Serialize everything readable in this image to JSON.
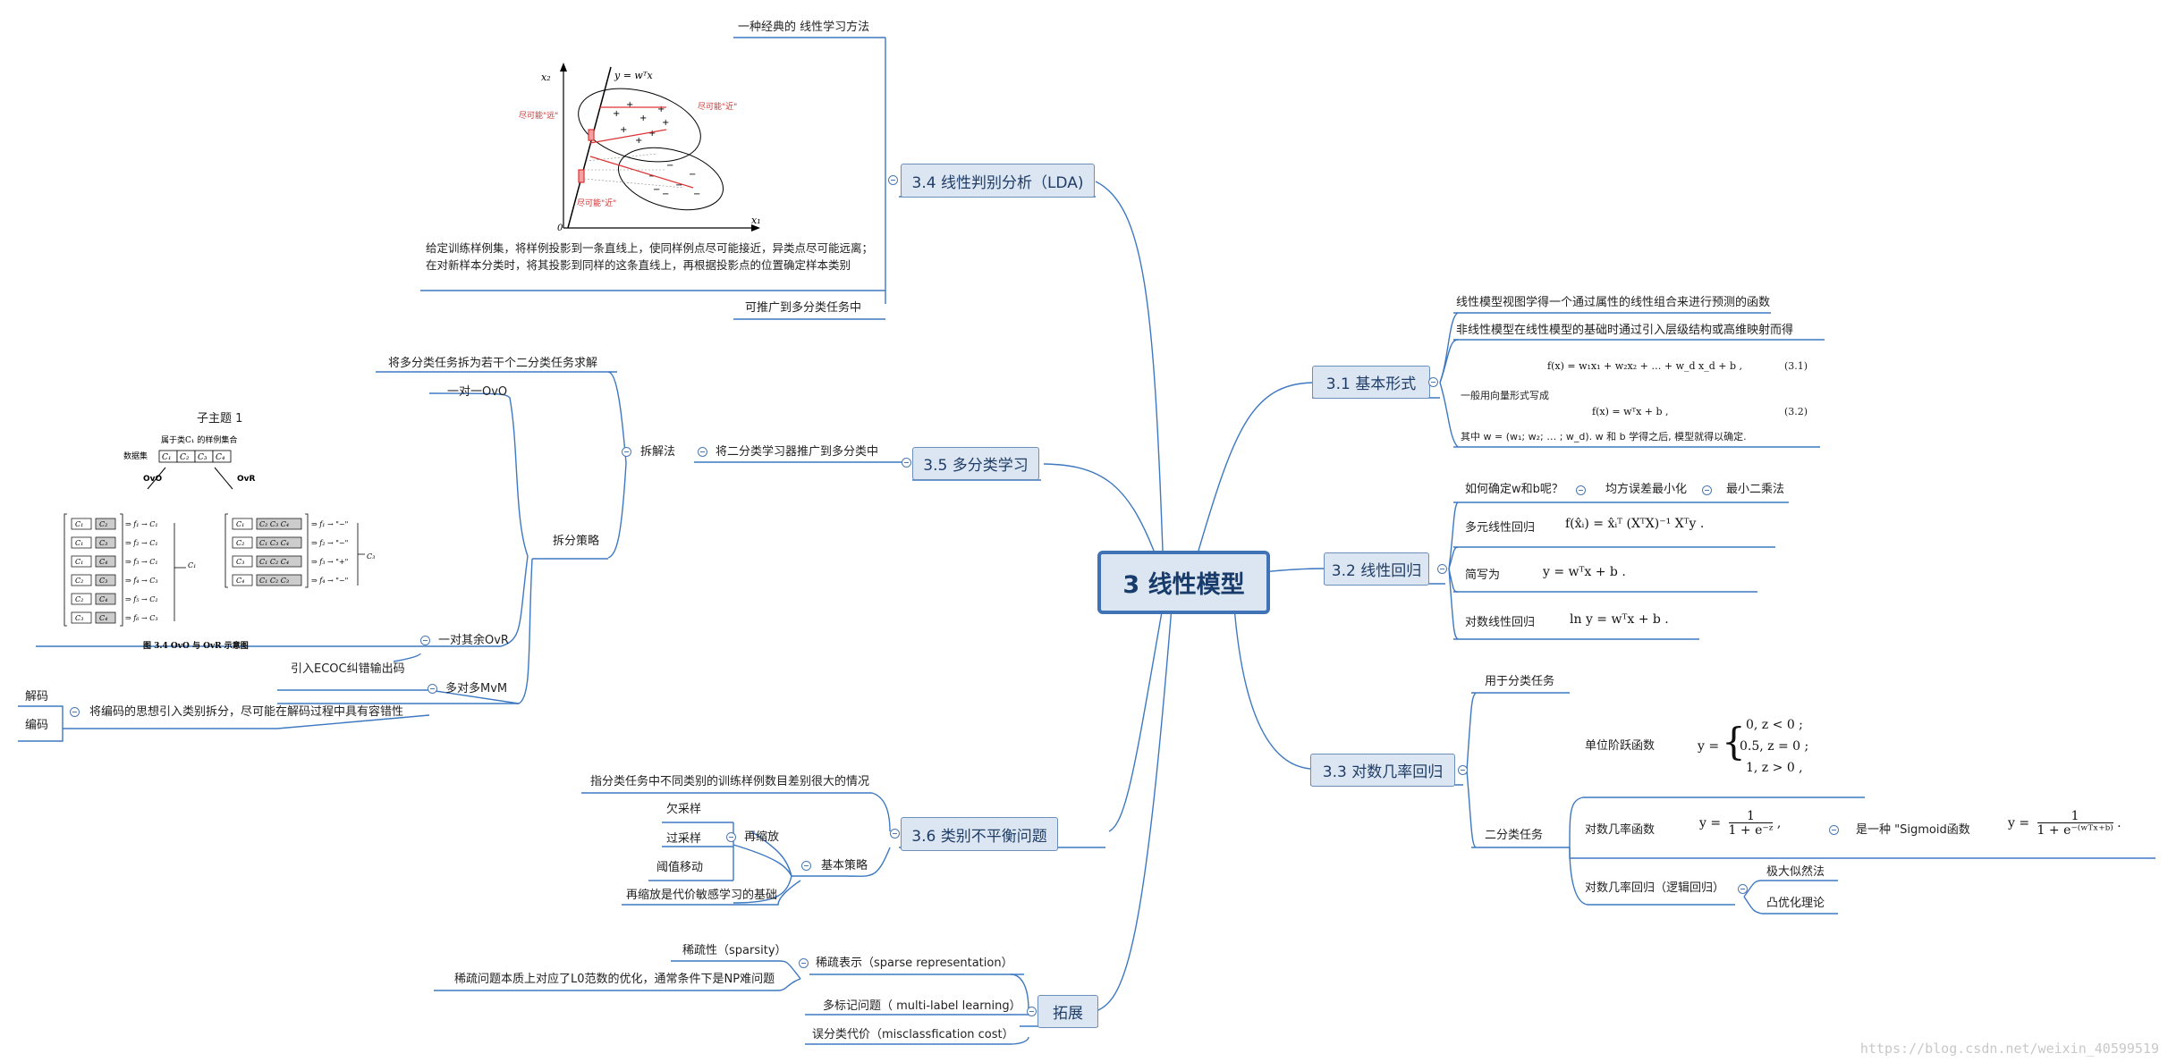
{
  "root": {
    "title": "3 线性模型"
  },
  "branches": {
    "lda": {
      "title": "3.4 线性判别分析（LDA)",
      "items": [
        "一种经典的 线性学习方法",
        "给定训练样例集，将样例投影到一条直线上，使同样例点尽可能接近，异类点尽可能远离；在对新样本分类时，将其投影到同样的这条直线上，再根据投影点的位置确定样本类别",
        "可推广到多分类任务中"
      ],
      "figure": {
        "x1": "x₁",
        "x2": "x₂",
        "origin": "0",
        "line_label": "y = wᵀx",
        "ann_left": "尽可能\"远\"",
        "ann_right": "尽可能\"近\"",
        "ann_bottom": "尽可能\"近\""
      }
    },
    "multiclass": {
      "title": "3.5 多分类学习",
      "generalize": "将二分类学习器推广到多分类中",
      "decompose": "拆解法",
      "decompose_desc": "将多分类任务拆为若干个二分类任务求解",
      "strategy": "拆分策略",
      "ovo": "一对一OvO",
      "ovr": "一对其余OvR",
      "mvm": "多对多MvM",
      "ecoc": "引入ECOC纠错输出码",
      "coding_desc": "将编码的思想引入类别拆分，尽可能在解码过程中具有容错性",
      "decode": "解码",
      "encode": "编码",
      "subtopic": "子主题 1",
      "figure": {
        "dataset_title": "属于类C₁ 的样例集合",
        "dataset_label": "数据集",
        "ovo": "OvO",
        "ovr": "OvR",
        "caption": "图 3.4  OvO 与 OvR 示意图"
      }
    },
    "imbalance": {
      "title": "3.6 类别不平衡问题",
      "definition": "指分类任务中不同类别的训练样例数目差别很大的情况",
      "basic_strategy": "基本策略",
      "rescale": "再缩放",
      "undersampling": "欠采样",
      "oversampling": "过采样",
      "threshold_moving": "阈值移动",
      "cost_sensitive": "再缩放是代价敏感学习的基础"
    },
    "extension": {
      "title": "拓展",
      "sparse_repr": "稀疏表示（sparse representation）",
      "sparsity": "稀疏性（sparsity）",
      "sparse_np": "稀疏问题本质上对应了L0范数的优化，通常条件下是NP难问题",
      "multilabel": "多标记问题（ multi-label learning）",
      "miscost": "误分类代价（misclassfication cost）"
    },
    "basic": {
      "title": "3.1 基本形式",
      "items": [
        "线性模型视图学得一个通过属性的线性组合来进行预测的函数",
        "非线性模型在线性模型的基础时通过引入层级结构或高维映射而得"
      ],
      "formula1": "f(x) = w₁x₁ + w₂x₂ + … + w_d x_d + b ,",
      "eq1": "(3.1)",
      "vector_intro": "一般用向量形式写成",
      "formula2": "f(x) = wᵀx + b ,",
      "eq2": "(3.2)",
      "where": "其中 w = (w₁; w₂; … ; w_d). w 和 b 学得之后, 模型就得以确定."
    },
    "regression": {
      "title": "3.2 线性回归",
      "how": "如何确定w和b呢？",
      "mse": "均方误差最小化",
      "least_squares": "最小二乘法",
      "multivariate": "多元线性回归",
      "multivariate_formula": "f(x̂ᵢ) = x̂ᵢᵀ (XᵀX)⁻¹ Xᵀy .",
      "shorthand": "简写为",
      "shorthand_formula": "y = wᵀx + b .",
      "log_linear": "对数线性回归",
      "log_linear_formula": "ln y = wᵀx + b ."
    },
    "logistic": {
      "title": "3.3 对数几率回归",
      "for_classification": "用于分类任务",
      "binary_task": "二分类任务",
      "step_function": "单位阶跃函数",
      "step_lhs": "y =",
      "step_brace": "{",
      "step_case1": "0,    z < 0 ;",
      "step_case2": "0.5,   z = 0 ;",
      "step_case3": "1,    z > 0 ,",
      "log_odds_fn": "对数几率函数",
      "lo_lhs": "y =",
      "lo_num": "1",
      "lo_den": "1 + e⁻ᶻ",
      "lo_tail": ",",
      "sigmoid": "是一种 \"Sigmoid函数",
      "sg_lhs": "y =",
      "sg_num": "1",
      "sg_den": "1 + e⁻⁽ʷᵀˣ⁺ᵇ⁾",
      "sg_tail": ".",
      "log_odds_reg": "对数几率回归（逻辑回归）",
      "mle": "极大似然法",
      "convex": "凸优化理论"
    }
  },
  "watermark": "https://blog.csdn.net/weixin_40599519"
}
